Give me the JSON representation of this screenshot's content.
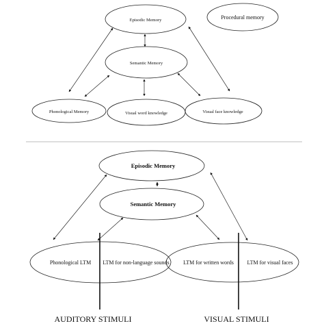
{
  "top_diagram": {
    "nodes": {
      "episodic": "Episodic Memory",
      "procedural": "Procedural memory",
      "semantic": "Semantic Memory",
      "phonological": "Phonological Memory",
      "visual_word": "Visual word knowledge",
      "visual_face": "Visual face knowledge"
    }
  },
  "bottom_diagram": {
    "nodes": {
      "episodic": "Episodic Memory",
      "semantic": "Semantic Memory",
      "phonological_ltm": "Phonological LTM",
      "non_language": "LTM for non-language sounds",
      "written_words": "LTM for written words",
      "visual_faces": "LTM for visual faces"
    },
    "labels": {
      "auditory": "AUDITORY STIMULI",
      "visual": "VISUAL STIMULI"
    }
  }
}
